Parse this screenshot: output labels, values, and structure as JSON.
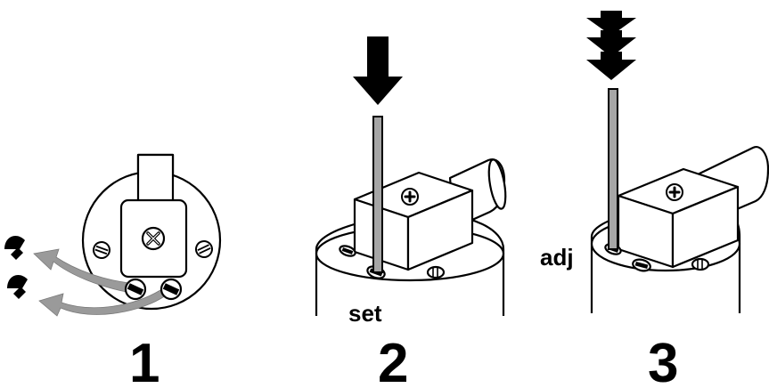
{
  "steps": [
    {
      "number": "1",
      "label": "",
      "description_icons": [
        "mounting-screw-icon",
        "removed-screw-icon",
        "curved-removal-arrow-icon"
      ]
    },
    {
      "number": "2",
      "label": "set",
      "description_icons": [
        "down-arrow-icon",
        "hex-key-icon"
      ]
    },
    {
      "number": "3",
      "label": "adj",
      "description_icons": [
        "triple-down-arrow-icon",
        "hex-key-icon"
      ]
    }
  ],
  "colors": {
    "line": "#000000",
    "rod": "#a6a6a6",
    "removal_arrow": "#9a9a9a",
    "background": "#ffffff"
  }
}
